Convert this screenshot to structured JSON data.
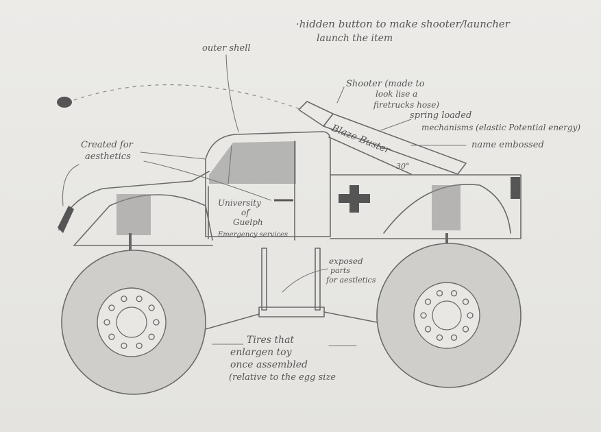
{
  "notes": {
    "hidden_button": "·hidden button to make shooter/launcher",
    "hidden_button_2": "launch the item",
    "outer_shell": "outer shell",
    "shooter_1": "Shooter (made to",
    "shooter_2": "look lise a",
    "shooter_3": "firetrucks hose)",
    "spring_1": "spring loaded",
    "spring_2": "mechanisms (elastic Potential energy)",
    "name_embossed": "name embossed",
    "aesthetics_1": "Created for",
    "aesthetics_2": "aesthetics",
    "exposed_1": "exposed",
    "exposed_2": "parts",
    "exposed_3": "for aestletics",
    "tires_1": "Tires that",
    "tires_2": "enlargen toy",
    "tires_3": "once assembled",
    "tires_4": "(relative to the egg size"
  },
  "truck": {
    "name": "Blaze Buster",
    "angle": "30°",
    "door_line_1": "University",
    "door_line_2": "of",
    "door_line_3": "Guelph",
    "door_line_4": "Emergency services"
  },
  "colors": {
    "ink": "#6a6a6a",
    "paper": "#ecebe8"
  }
}
